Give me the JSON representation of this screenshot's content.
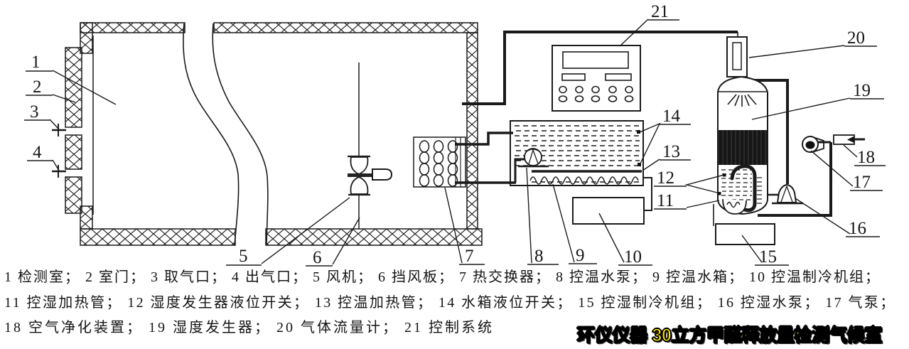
{
  "colors": {
    "ink": "#1a1a1a",
    "background": "#ffffff",
    "watermark_fill": "#ffe600",
    "watermark_outline": "#000000"
  },
  "callouts": [
    "1",
    "2",
    "3",
    "4",
    "5",
    "6",
    "7",
    "8",
    "9",
    "10",
    "11",
    "12",
    "13",
    "14",
    "15",
    "16",
    "17",
    "18",
    "19",
    "20",
    "21"
  ],
  "components": [
    {
      "id": "1",
      "name": "检测室"
    },
    {
      "id": "2",
      "name": "室门"
    },
    {
      "id": "3",
      "name": "取气口"
    },
    {
      "id": "4",
      "name": "出气口"
    },
    {
      "id": "5",
      "name": "风机"
    },
    {
      "id": "6",
      "name": "挡风板"
    },
    {
      "id": "7",
      "name": "热交换器"
    },
    {
      "id": "8",
      "name": "控温水泵"
    },
    {
      "id": "9",
      "name": "控温水箱"
    },
    {
      "id": "10",
      "name": "控温制冷机组"
    },
    {
      "id": "11",
      "name": "控湿加热管"
    },
    {
      "id": "12",
      "name": "湿度发生器液位开关"
    },
    {
      "id": "13",
      "name": "控温加热管"
    },
    {
      "id": "14",
      "name": "水箱液位开关"
    },
    {
      "id": "15",
      "name": "控湿制冷机组"
    },
    {
      "id": "16",
      "name": "控湿水泵"
    },
    {
      "id": "17",
      "name": "气泵"
    },
    {
      "id": "18",
      "name": "空气净化装置"
    },
    {
      "id": "19",
      "name": "湿度发生器"
    },
    {
      "id": "20",
      "name": "气体流量计"
    },
    {
      "id": "21",
      "name": "控制系统"
    }
  ],
  "legend": {
    "lines": [
      "1 检测室； 2 室门； 3 取气口； 4 出气口； 5 风机； 6 挡风板； 7 热交换器； 8 控温水泵； 9 控温水箱； 10 控温制冷机组；",
      "11 控湿加热管； 12 湿度发生器液位开关； 13 控温加热管； 14 水箱液位开关； 15 控湿制冷机组； 16 控湿水泵； 17 气泵；",
      "18 空气净化装置； 19 湿度发生器； 20 气体流量计； 21 控制系统"
    ]
  },
  "watermark": {
    "text": "环仪仪器 30立方甲醛释放量检测气候室"
  }
}
